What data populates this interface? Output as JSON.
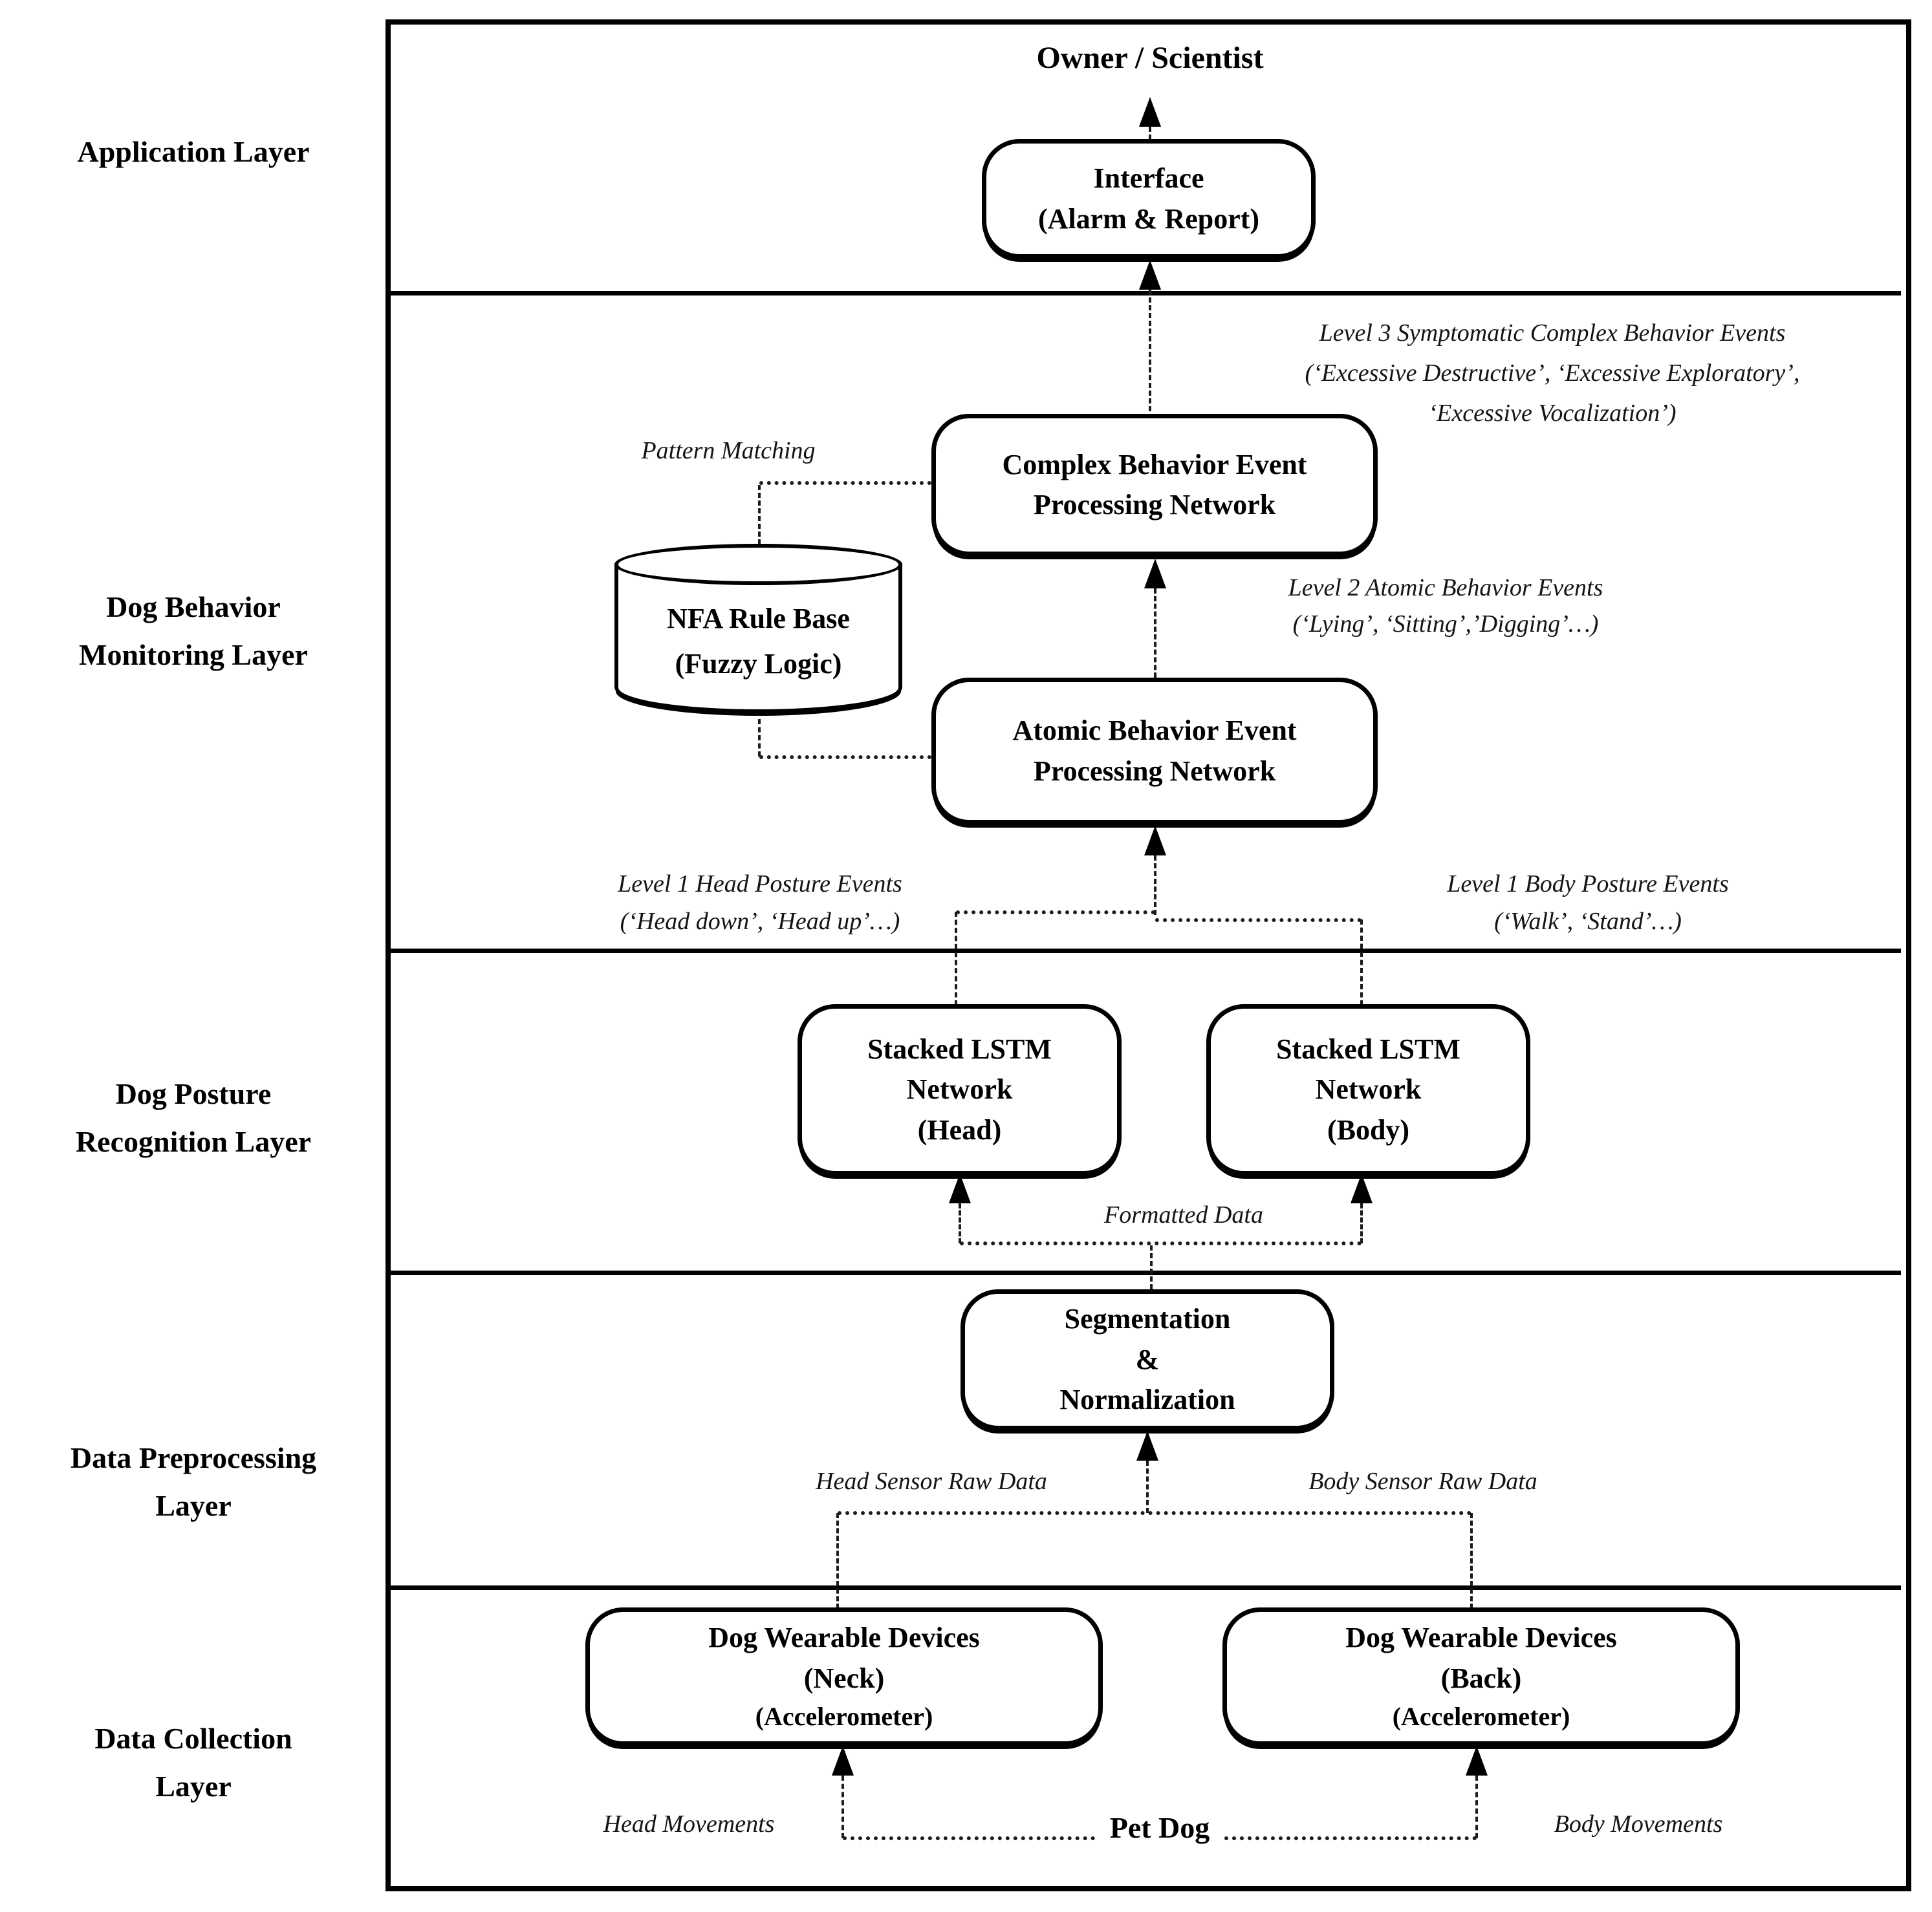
{
  "sidebar": {
    "application": [
      "Application Layer"
    ],
    "monitoring": [
      "Dog Behavior",
      "Monitoring Layer"
    ],
    "posture": [
      "Dog Posture",
      "Recognition Layer"
    ],
    "preprocessing": [
      "Data Preprocessing",
      "Layer"
    ],
    "collection": [
      "Data Collection",
      "Layer"
    ]
  },
  "nodes": {
    "owner": "Owner / Scientist",
    "interface": [
      "Interface",
      "(Alarm & Report)"
    ],
    "complex": [
      "Complex Behavior Event",
      "Processing Network"
    ],
    "nfa": [
      "NFA Rule Base",
      "(Fuzzy Logic)"
    ],
    "atomic": [
      "Atomic Behavior Event",
      "Processing Network"
    ],
    "lstm_head": [
      "Stacked LSTM",
      "Network",
      "(Head)"
    ],
    "lstm_body": [
      "Stacked LSTM",
      "Network",
      "(Body)"
    ],
    "segmentation": [
      "Segmentation",
      "&",
      "Normalization"
    ],
    "wearable_neck": [
      "Dog Wearable Devices",
      "(Neck)",
      "(Accelerometer)"
    ],
    "wearable_back": [
      "Dog Wearable Devices",
      "(Back)",
      "(Accelerometer)"
    ],
    "pet_dog": "Pet Dog"
  },
  "annotations": {
    "level3": [
      "Level 3 Symptomatic Complex Behavior Events",
      "(‘Excessive Destructive’, ‘Excessive Exploratory’,",
      "‘Excessive Vocalization’)"
    ],
    "level2": [
      "Level 2 Atomic Behavior Events",
      "(‘Lying’, ‘Sitting’,’Digging’…)"
    ],
    "pattern_matching": "Pattern Matching",
    "level1_head": [
      "Level 1 Head Posture Events",
      "(‘Head down’, ‘Head up’…)"
    ],
    "level1_body": [
      "Level 1 Body Posture Events",
      "(‘Walk’, ‘Stand’…)"
    ],
    "formatted_data": "Formatted Data",
    "head_sensor_raw": "Head Sensor Raw Data",
    "body_sensor_raw": "Body Sensor Raw Data",
    "head_movements": "Head Movements",
    "body_movements": "Body Movements"
  },
  "colors": {
    "ink": "#000000",
    "background": "#ffffff"
  }
}
